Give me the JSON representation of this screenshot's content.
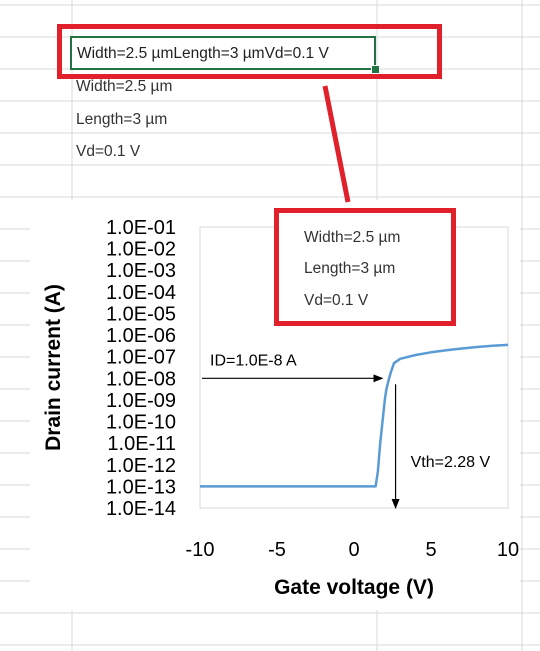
{
  "top_cell": {
    "text": "Width=2.5 µmLength=3 µmVd=0.1 V"
  },
  "sheet_cells": [
    {
      "text": "Width=2.5 µm"
    },
    {
      "text": "Length=3 µm"
    },
    {
      "text": "Vd=0.1 V"
    }
  ],
  "callout_lines": [
    "Width=2.5 µm",
    "Length=3 µm",
    "Vd=0.1 V"
  ],
  "colors": {
    "callout": "#e0212c",
    "curve": "#5b9bd5",
    "selection": "#217346",
    "gridline": "#d9d9d9"
  },
  "chart_data": {
    "type": "line",
    "xlabel": "Gate voltage (V)",
    "ylabel": "Drain current (A)",
    "xlim": [
      -10,
      10
    ],
    "x_ticks": [
      "-10",
      "-5",
      "0",
      "5",
      "10"
    ],
    "y_scale": "log",
    "ylim": [
      1e-14,
      0.1
    ],
    "y_ticks": [
      "1.0E-01",
      "1.0E-02",
      "1.0E-03",
      "1.0E-04",
      "1.0E-05",
      "1.0E-06",
      "1.0E-07",
      "1.0E-08",
      "1.0E-09",
      "1.0E-10",
      "1.0E-11",
      "1.0E-12",
      "1.0E-13",
      "1.0E-14"
    ],
    "grid": false,
    "series": [
      {
        "x": [
          -10,
          1.4,
          1.55,
          1.7,
          1.85,
          2.0,
          2.1,
          2.2,
          2.28,
          2.4,
          2.6,
          3.0,
          4,
          5,
          6,
          7,
          8,
          9,
          10
        ],
        "y": [
          1e-13,
          1e-13,
          5e-13,
          1e-11,
          1e-10,
          1e-09,
          3e-09,
          6e-09,
          1e-08,
          2e-08,
          5e-08,
          8e-08,
          1.2e-07,
          1.6e-07,
          2e-07,
          2.4e-07,
          2.8e-07,
          3.2e-07,
          3.5e-07
        ]
      }
    ],
    "annotations": [
      {
        "text": "ID=1.0E-8 A",
        "arrow_from": [
          -10,
          1e-08
        ],
        "arrow_to": [
          2.1,
          1e-08
        ]
      },
      {
        "text": "Vth=2.28 V",
        "arrow_from": [
          2.7,
          1e-08
        ],
        "arrow_to": [
          2.7,
          1e-14
        ]
      }
    ]
  }
}
